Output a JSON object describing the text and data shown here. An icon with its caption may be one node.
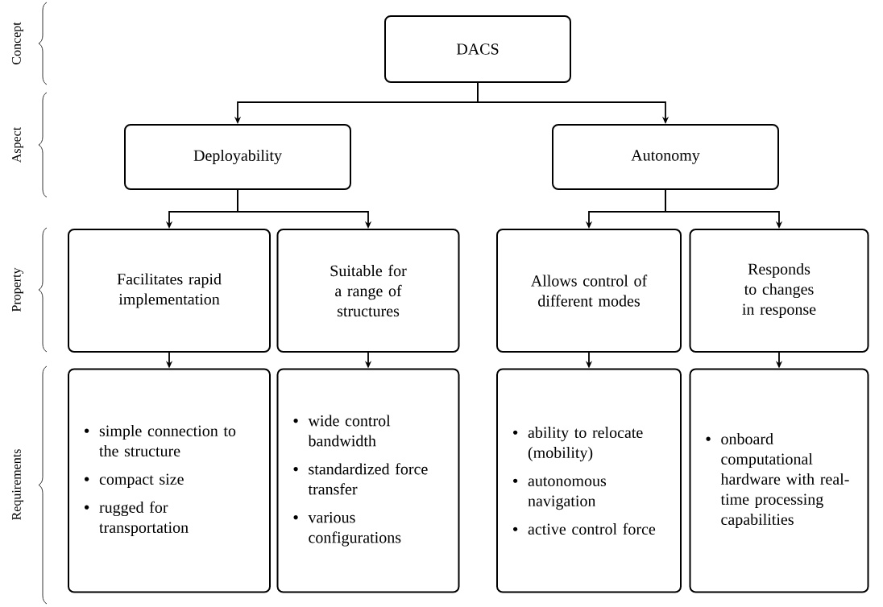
{
  "diagram": {
    "nodes": [
      {
        "text": [
          "DACS"
        ]
      },
      {
        "text": [
          "Deployability"
        ]
      },
      {
        "text": [
          "Autonomy"
        ]
      },
      {
        "text": [
          "Facilitates rapid implementation"
        ]
      },
      {
        "text": [
          "Suitable for a range of structures"
        ]
      },
      {
        "text": [
          "Allows control of different modes"
        ]
      },
      {
        "text": [
          "Responds to changes in response"
        ]
      },
      {
        "text": [
          "simple connection to the structure",
          "compact size",
          "rugged for transportation"
        ]
      },
      {
        "text": [
          "wide control bandwidth",
          "standardized force transfer",
          "various configurations"
        ]
      },
      {
        "text": [
          "ability to relocate (mobility)",
          "autonomous navigation",
          "active control force"
        ]
      },
      {
        "text": [
          "onboard computational hardware with real-time processing capabilities"
        ]
      }
    ],
    "edges": [
      {
        "from": 0,
        "to": 1,
        "arrow": "to"
      },
      {
        "from": 0,
        "to": 2,
        "arrow": "to"
      },
      {
        "from": 1,
        "to": 3,
        "arrow": "to"
      },
      {
        "from": 1,
        "to": 4,
        "arrow": "to"
      },
      {
        "from": 2,
        "to": 5,
        "arrow": "to"
      },
      {
        "from": 2,
        "to": 6,
        "arrow": "to"
      },
      {
        "from": 3,
        "to": 7,
        "arrow": "to"
      },
      {
        "from": 4,
        "to": 8,
        "arrow": "to"
      },
      {
        "from": 5,
        "to": 9,
        "arrow": "to"
      },
      {
        "from": 6,
        "to": 10,
        "arrow": "to"
      }
    ],
    "labels": [
      "Concept",
      "Aspect",
      "Property",
      "Requirements"
    ]
  }
}
